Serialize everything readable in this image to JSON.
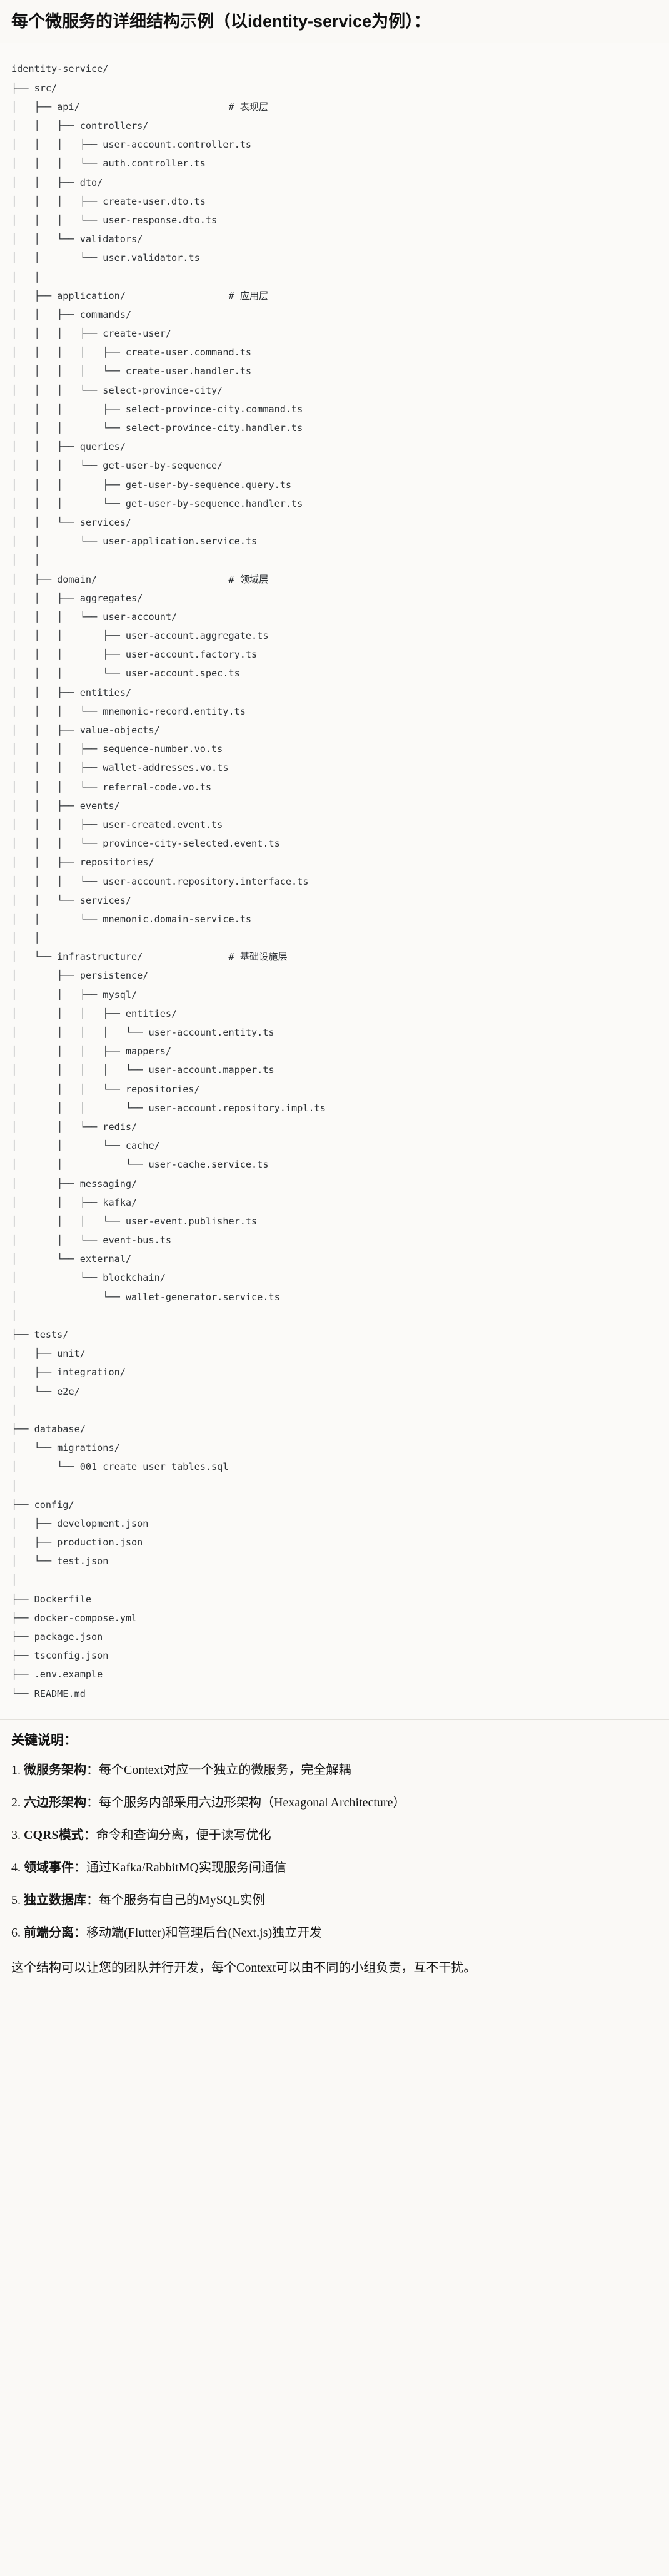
{
  "document": {
    "title": "每个微服务的详细结构示例（以identity-service为例）：",
    "notes_heading": "关键说明：",
    "closing": "这个结构可以让您的团队并行开发，每个Context可以由不同的小组负责，互不干扰。"
  },
  "tree": {
    "root": "identity-service/",
    "comments": {
      "api": "# 表现层",
      "application": "# 应用层",
      "domain": "# 领域层",
      "infrastructure": "# 基础设施层"
    },
    "lines": [
      "identity-service/",
      "├── src/",
      "│   ├── api/                          # 表现层",
      "│   │   ├── controllers/",
      "│   │   │   ├── user-account.controller.ts",
      "│   │   │   └── auth.controller.ts",
      "│   │   ├── dto/",
      "│   │   │   ├── create-user.dto.ts",
      "│   │   │   └── user-response.dto.ts",
      "│   │   └── validators/",
      "│   │       └── user.validator.ts",
      "│   │",
      "│   ├── application/                  # 应用层",
      "│   │   ├── commands/",
      "│   │   │   ├── create-user/",
      "│   │   │   │   ├── create-user.command.ts",
      "│   │   │   │   └── create-user.handler.ts",
      "│   │   │   └── select-province-city/",
      "│   │   │       ├── select-province-city.command.ts",
      "│   │   │       └── select-province-city.handler.ts",
      "│   │   ├── queries/",
      "│   │   │   └── get-user-by-sequence/",
      "│   │   │       ├── get-user-by-sequence.query.ts",
      "│   │   │       └── get-user-by-sequence.handler.ts",
      "│   │   └── services/",
      "│   │       └── user-application.service.ts",
      "│   │",
      "│   ├── domain/                       # 领域层",
      "│   │   ├── aggregates/",
      "│   │   │   └── user-account/",
      "│   │   │       ├── user-account.aggregate.ts",
      "│   │   │       ├── user-account.factory.ts",
      "│   │   │       └── user-account.spec.ts",
      "│   │   ├── entities/",
      "│   │   │   └── mnemonic-record.entity.ts",
      "│   │   ├── value-objects/",
      "│   │   │   ├── sequence-number.vo.ts",
      "│   │   │   ├── wallet-addresses.vo.ts",
      "│   │   │   └── referral-code.vo.ts",
      "│   │   ├── events/",
      "│   │   │   ├── user-created.event.ts",
      "│   │   │   └── province-city-selected.event.ts",
      "│   │   ├── repositories/",
      "│   │   │   └── user-account.repository.interface.ts",
      "│   │   └── services/",
      "│   │       └── mnemonic.domain-service.ts",
      "│   │",
      "│   └── infrastructure/               # 基础设施层",
      "│       ├── persistence/",
      "│       │   ├── mysql/",
      "│       │   │   ├── entities/",
      "│       │   │   │   └── user-account.entity.ts",
      "│       │   │   ├── mappers/",
      "│       │   │   │   └── user-account.mapper.ts",
      "│       │   │   └── repositories/",
      "│       │   │       └── user-account.repository.impl.ts",
      "│       │   └── redis/",
      "│       │       └── cache/",
      "│       │           └── user-cache.service.ts",
      "│       ├── messaging/",
      "│       │   ├── kafka/",
      "│       │   │   └── user-event.publisher.ts",
      "│       │   └── event-bus.ts",
      "│       └── external/",
      "│           └── blockchain/",
      "│               └── wallet-generator.service.ts",
      "│",
      "├── tests/",
      "│   ├── unit/",
      "│   ├── integration/",
      "│   └── e2e/",
      "│",
      "├── database/",
      "│   └── migrations/",
      "│       └── 001_create_user_tables.sql",
      "│",
      "├── config/",
      "│   ├── development.json",
      "│   ├── production.json",
      "│   └── test.json",
      "│",
      "├── Dockerfile",
      "├── docker-compose.yml",
      "├── package.json",
      "├── tsconfig.json",
      "├── .env.example",
      "└── README.md"
    ]
  },
  "notes": [
    {
      "term": "微服务架构",
      "sep": "：",
      "desc": "每个Context对应一个独立的微服务，完全解耦"
    },
    {
      "term": "六边形架构",
      "sep": "：",
      "desc": "每个服务内部采用六边形架构（Hexagonal Architecture）"
    },
    {
      "term": "CQRS模式",
      "sep": "：",
      "desc": "命令和查询分离，便于读写优化"
    },
    {
      "term": "领域事件",
      "sep": "：",
      "desc": "通过Kafka/RabbitMQ实现服务间通信"
    },
    {
      "term": "独立数据库",
      "sep": "：",
      "desc": "每个服务有自己的MySQL实例"
    },
    {
      "term": "前端分离",
      "sep": "：",
      "desc": "移动端(Flutter)和管理后台(Next.js)独立开发"
    }
  ],
  "colors": {
    "background": "#faf9f6",
    "text": "#1a1a1a",
    "tree_text": "#2f3337",
    "rule": "#e3e1dc"
  }
}
